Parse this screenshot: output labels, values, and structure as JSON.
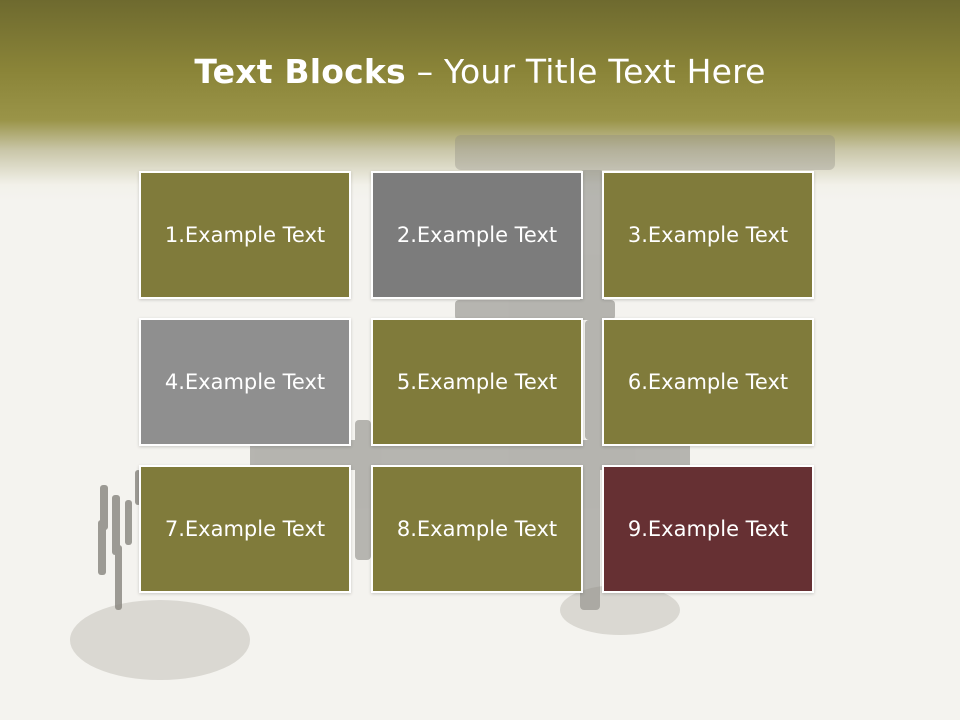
{
  "slide": {
    "title_bold": "Text Blocks",
    "title_separator": " – ",
    "title_rest": "Your Title Text Here"
  },
  "colors": {
    "olive": "#807b3b",
    "gray_dark": "#7c7c7c",
    "gray_light": "#8f8f8f",
    "maroon": "#663033",
    "header_top": "#6e6a2f",
    "background": "#f4f3ef"
  },
  "blocks": [
    {
      "label": "1.Example Text",
      "color": "#807b3b"
    },
    {
      "label": "2.Example Text",
      "color": "#7c7c7c"
    },
    {
      "label": "3.Example Text",
      "color": "#807b3b"
    },
    {
      "label": "4.Example Text",
      "color": "#8f8f8f"
    },
    {
      "label": "5.Example Text",
      "color": "#807b3b"
    },
    {
      "label": "6.Example Text",
      "color": "#807b3b"
    },
    {
      "label": "7.Example Text",
      "color": "#807b3b"
    },
    {
      "label": "8.Example Text",
      "color": "#807b3b"
    },
    {
      "label": "9.Example Text",
      "color": "#663033"
    }
  ]
}
